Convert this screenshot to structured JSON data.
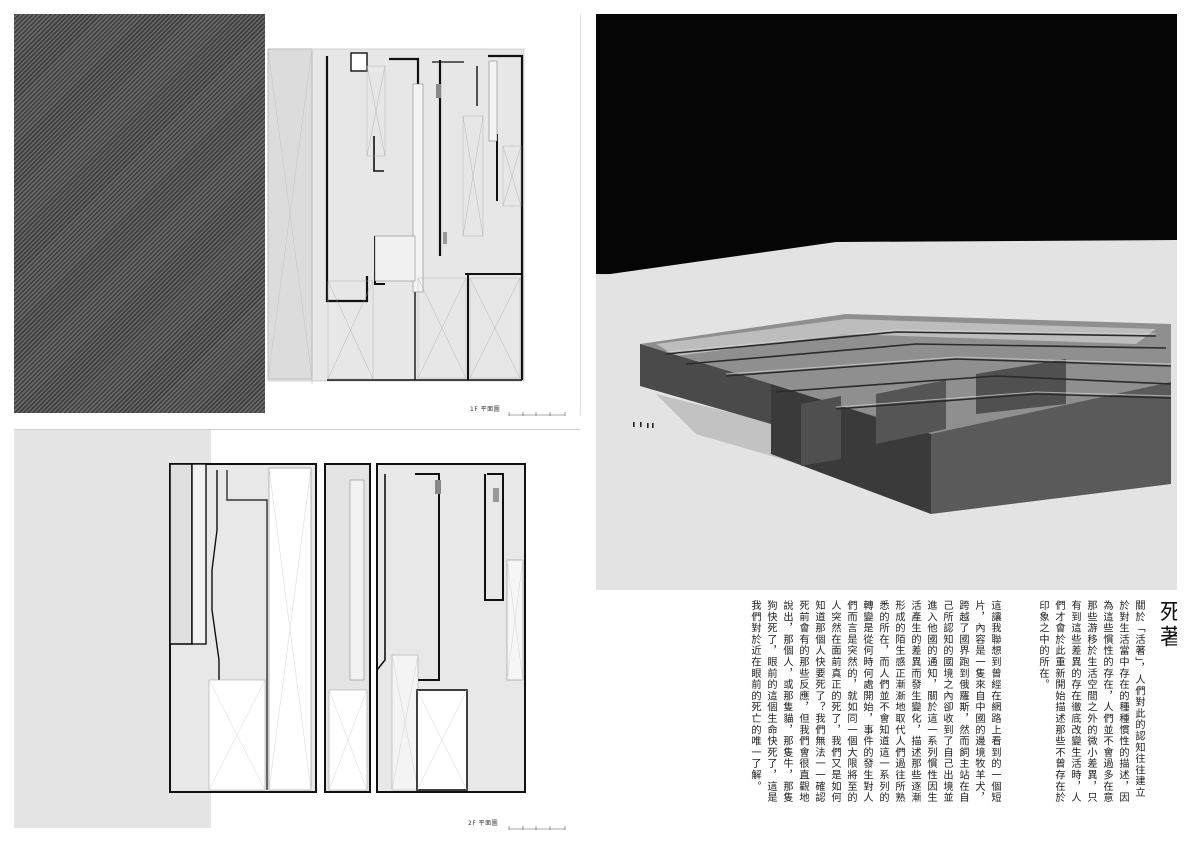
{
  "plans": {
    "first_floor_label": "1F 平面圖",
    "second_floor_label": "2F 平面圖"
  },
  "essay": {
    "title": "死著",
    "paragraphs": [
      "關於「活著」，人們對此的認知往往建立",
      "於對生活當中存在的種種慣性的描述，因",
      "為這些慣性的存在，人們並不會過多在意",
      "那些游移於生活空間之外的微小差異，只",
      "有到這些差異的存在徹底改變生活時，人",
      "們才會於此重新開始描述那些不曾存在於",
      "印象之中的所在。",
      "",
      "這讓我聯想到曾經在網路上看到的一個短",
      "片，內容是一隻來自中國的邊境牧羊犬，",
      "跨越了國界跑到俄羅斯，然而飼主站在自",
      "己所認知的國境之內卻收到了自己出境並",
      "進入他國的通知，關於這一系列慣性因生",
      "活產生的差異而發生變化，描述那些逐漸",
      "形成的陌生感正漸漸地取代人們過往所熟",
      "悉的所在，而人們並不會知道這一系列的",
      "轉變是從何時何處開始，事件的發生對人",
      "們而言是突然的，就如同一個大限將至的",
      "人突然在面前真正的死了，我們又是如何",
      "知道那個人快要死了？我們無法一一確認",
      "死前會有的那些反應，但我們會很直觀地",
      "說出，那個人，或那隻貓，那隻牛，那隻",
      "狗快死了，眼前的這個生命快死了，這是",
      "我們對於近在眼前的死亡的唯一了解。"
    ]
  }
}
